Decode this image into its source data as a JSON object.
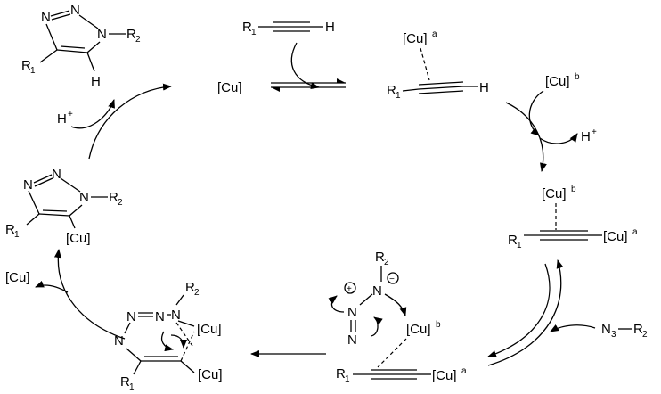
{
  "diagram": {
    "triazole_product": {
      "r1": "R",
      "r1_sub": "1",
      "r2": "R",
      "r2_sub": "2",
      "n1": "N",
      "n2": "N",
      "n3": "N",
      "h": "H"
    },
    "alkyne": {
      "r1": "R",
      "r1_sub": "1",
      "h": "H"
    },
    "catalyst": {
      "label": "[Cu]"
    },
    "h_plus_left": {
      "label": "H",
      "sup": "+"
    },
    "pi_complex": {
      "cu": "[Cu]",
      "cu_sup": "a",
      "r1": "R",
      "r1_sub": "1",
      "h": "H"
    },
    "cu_b_reagent": {
      "label": "[Cu]",
      "sup": "b"
    },
    "h_plus_right": {
      "label": "H",
      "sup": "+"
    },
    "dinuclear": {
      "cu_top": "[Cu]",
      "cu_top_sup": "b",
      "r1": "R",
      "r1_sub": "1",
      "cu_right": "[Cu]",
      "cu_right_sup": "a"
    },
    "azide_reagent": {
      "n3": "N",
      "n3_sub": "3",
      "r2": "R",
      "r2_sub": "2"
    },
    "azide_complex": {
      "r2": "R",
      "r2_sub": "2",
      "n_plus": "N",
      "plus": "+",
      "n_minus": "N",
      "minus": "−",
      "n_mid": "N",
      "n_bottom": "N",
      "cu_b": "[Cu]",
      "cu_b_sup": "b",
      "r1": "R",
      "r1_sub": "1",
      "cu_a": "[Cu]",
      "cu_a_sup": "a"
    },
    "metallacycle": {
      "r2": "R",
      "r2_sub": "2",
      "n_a": "N",
      "n_b": "N",
      "n_c": "N",
      "cu_1": "[Cu]",
      "cu_2": "[Cu]",
      "r1": "R",
      "r1_sub": "1"
    },
    "cu_release": {
      "label": "[Cu]"
    },
    "cu_triazolide": {
      "n1": "N",
      "n2": "N",
      "n3": "N",
      "r2": "R",
      "r2_sub": "2",
      "r1": "R",
      "r1_sub": "1",
      "cu": "[Cu]"
    }
  }
}
